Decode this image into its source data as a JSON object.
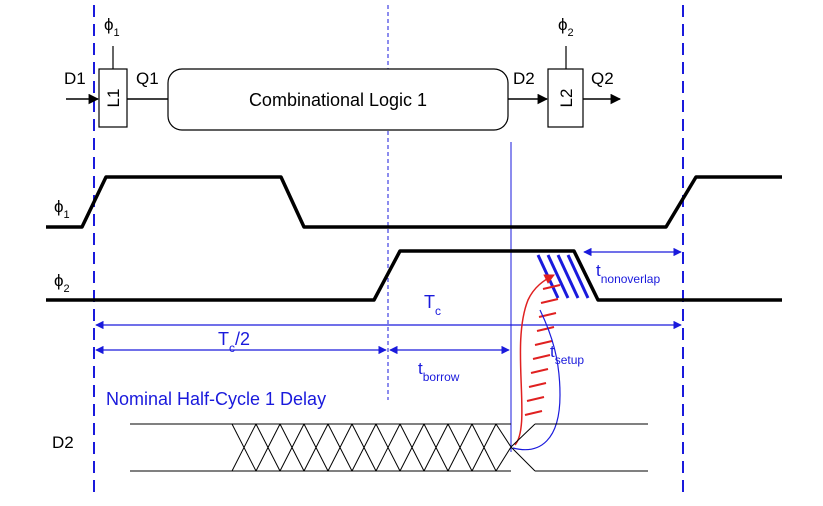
{
  "colors": {
    "signal": "#000000",
    "annotation": "#1a1adc",
    "setup_hatch": "#e02020",
    "borrow_arrow": "#e02020",
    "page": "#ffffff"
  },
  "circuit": {
    "input_d1": "D1",
    "latch1_label": "L1",
    "latch1_clock_sym": "ϕ",
    "latch1_clock_sub": "1",
    "output_q1": "Q1",
    "logic_block": "Combinational Logic 1",
    "input_d2": "D2",
    "latch2_label": "L2",
    "latch2_clock_sym": "ϕ",
    "latch2_clock_sub": "2",
    "output_q2": "Q2"
  },
  "waveforms": {
    "phi1_sym": "ϕ",
    "phi1_sub": "1",
    "phi2_sym": "ϕ",
    "phi2_sub": "2",
    "d2": "D2"
  },
  "timing": {
    "tc_main": "T",
    "tc_sub": "c",
    "tc_half_main": "T",
    "tc_half_sub": "c",
    "tc_half_suffix": "/2",
    "tborrow_main": "t",
    "tborrow_sub": "borrow",
    "tsetup_main": "t",
    "tsetup_sub": "setup",
    "tnonoverlap_main": "t",
    "tnonoverlap_sub": "nonoverlap",
    "nominal_caption": "Nominal Half-Cycle 1 Delay"
  }
}
